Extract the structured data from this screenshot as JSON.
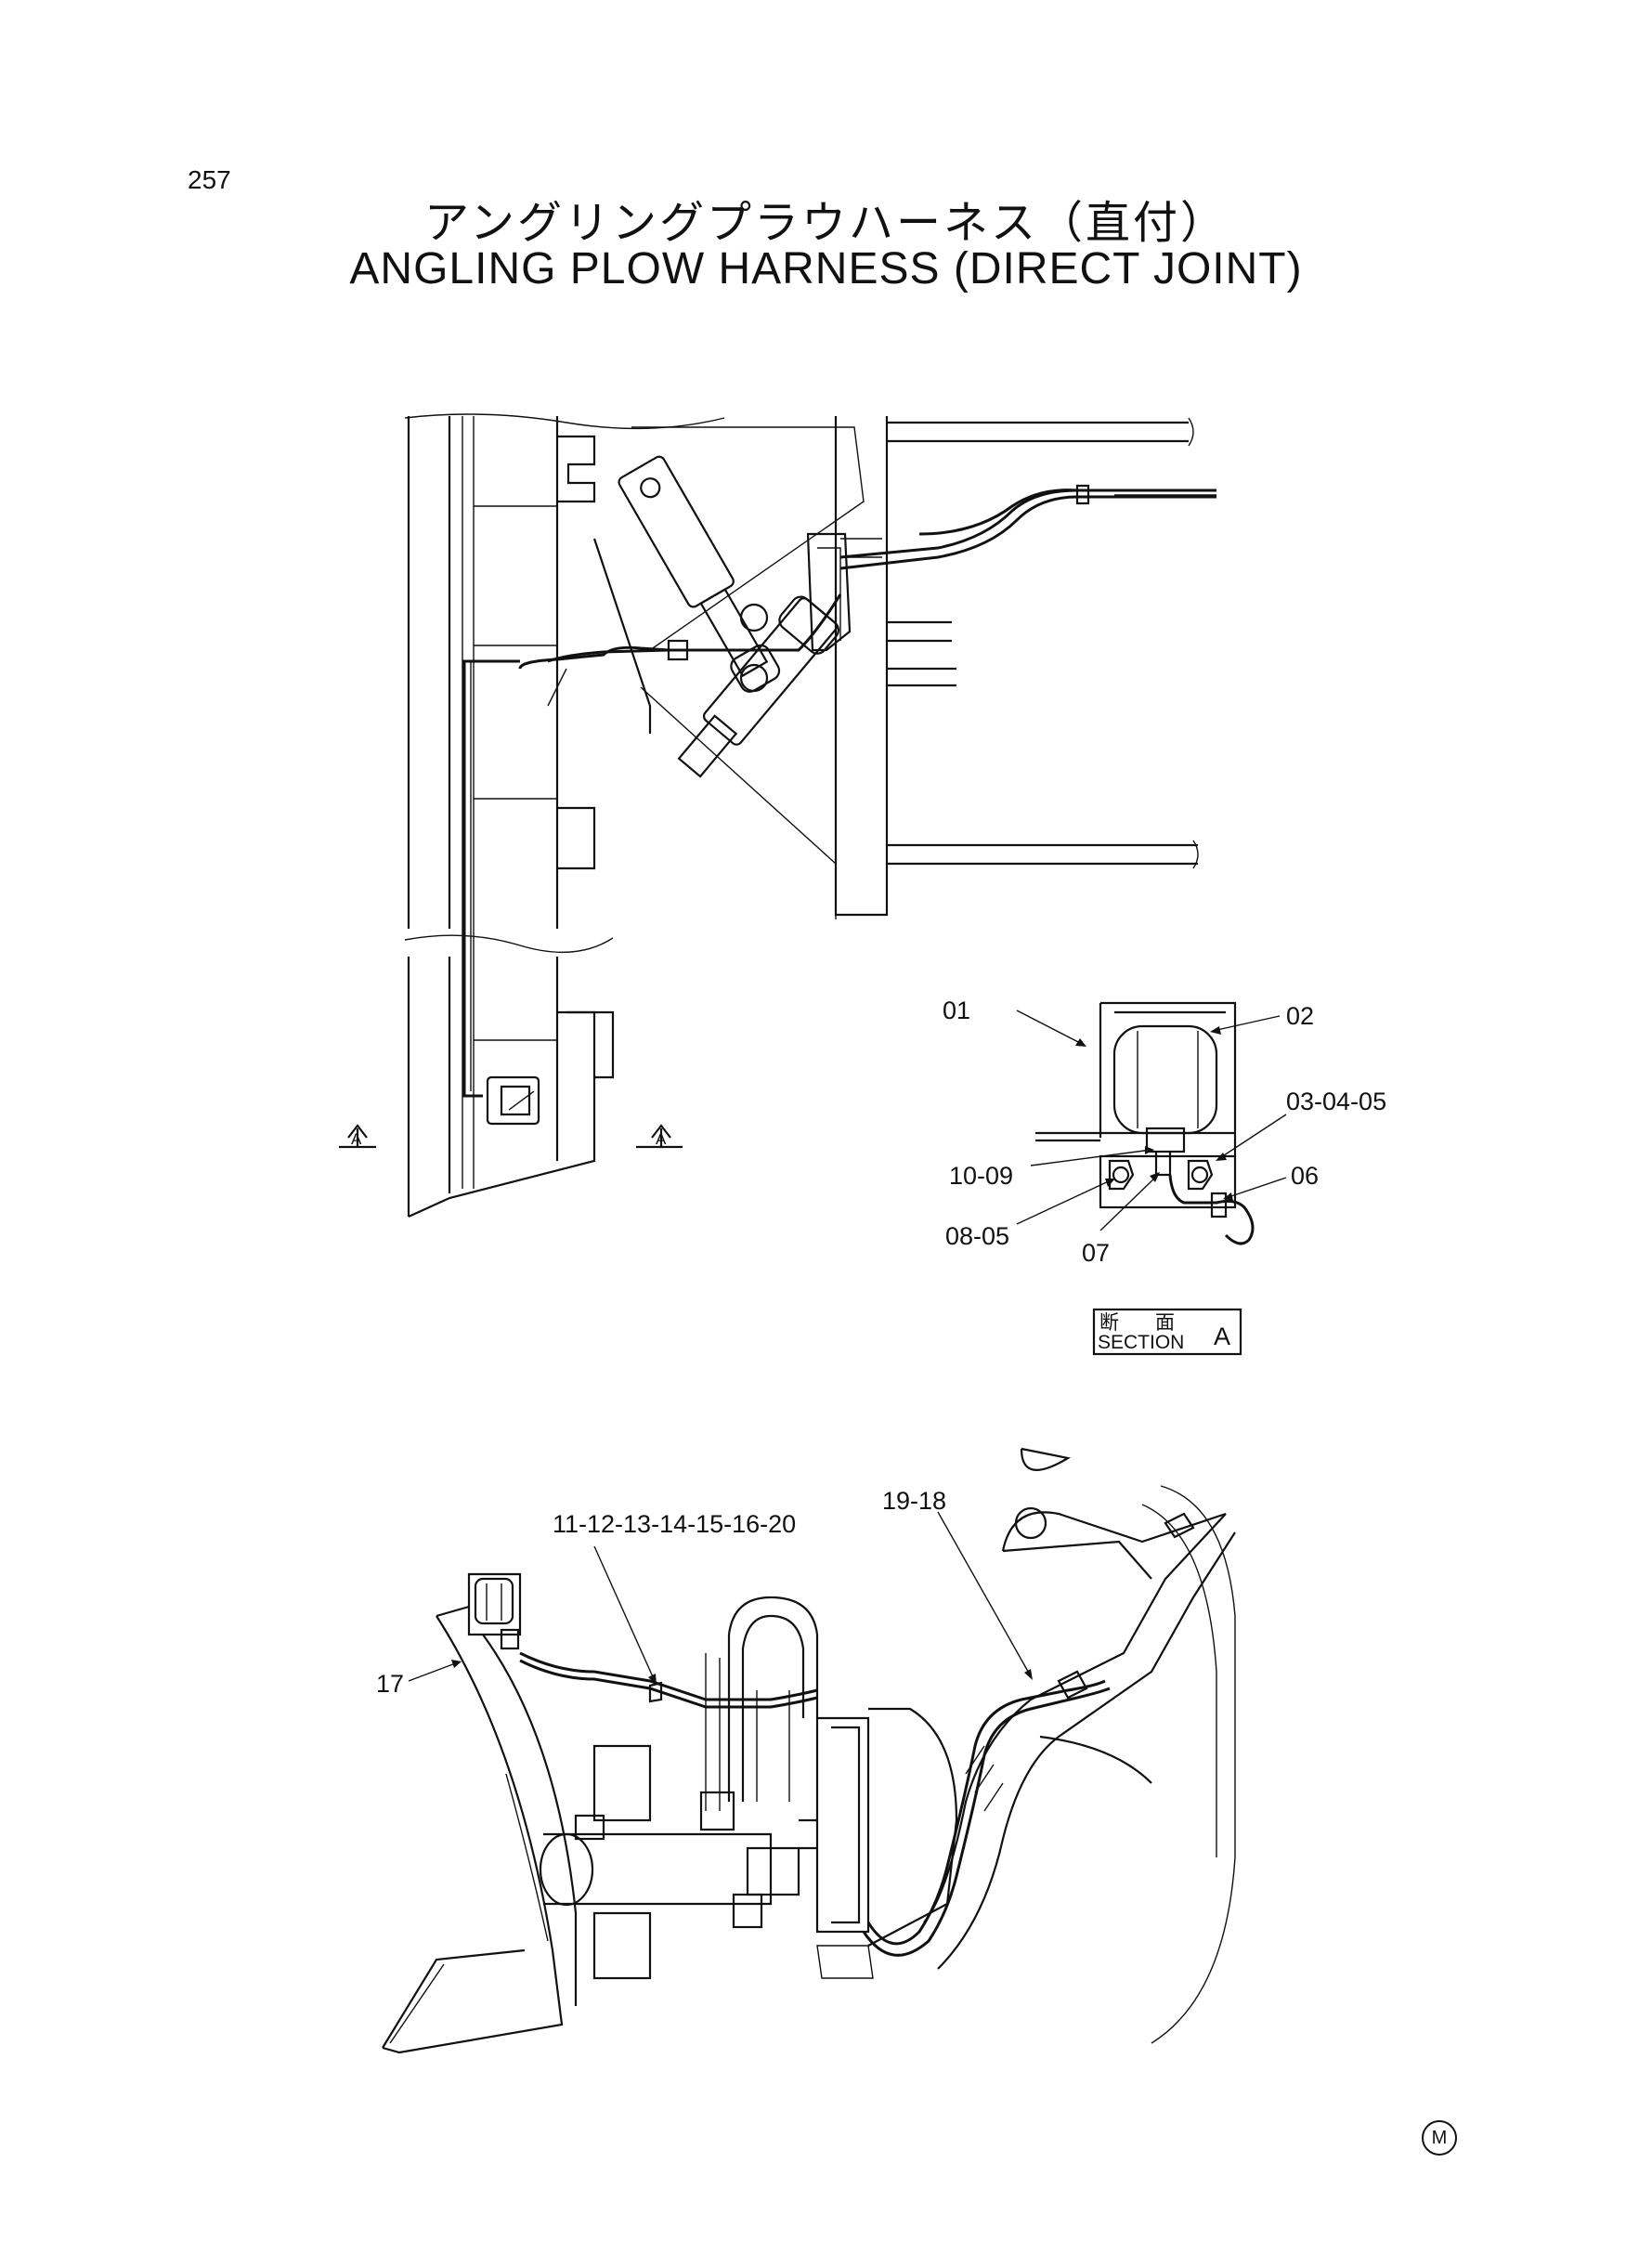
{
  "page_number": "257",
  "title_jp": "アングリングプラウハーネス（直付）",
  "title_en": "ANGLING PLOW HARNESS (DIRECT JOINT)",
  "section_view": {
    "callouts": {
      "c01": "01",
      "c02": "02",
      "c030405": "03-04-05",
      "c06": "06",
      "c1009": "10-09",
      "c0805": "08-05",
      "c07": "07"
    },
    "section_label_jp_1": "断",
    "section_label_jp_2": "面",
    "section_label_en": "SECTION",
    "section_letter": "A"
  },
  "section_arrows": {
    "left_letter": "A",
    "right_letter": "A"
  },
  "side_view": {
    "callouts": {
      "c1112": "11-12-13-14-15-16-20",
      "c1918": "19-18",
      "c17": "17"
    }
  },
  "manufacturer_mark": "M"
}
